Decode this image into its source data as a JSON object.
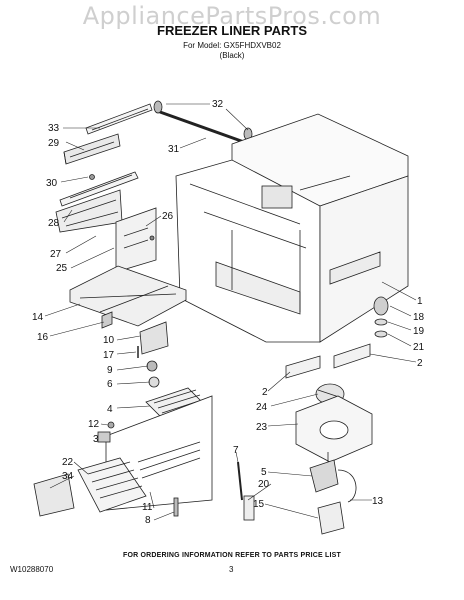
{
  "watermark": "AppliancePartsPros.com",
  "header": {
    "title": "FREEZER LINER PARTS",
    "model": "For Model: GX5FHDXVB02",
    "color": "(Black)"
  },
  "callouts": [
    "33",
    "29",
    "30",
    "28",
    "27",
    "25",
    "32",
    "31",
    "26",
    "14",
    "16",
    "10",
    "17",
    "9",
    "6",
    "4",
    "12",
    "3",
    "22",
    "34",
    "11",
    "8",
    "7",
    "5",
    "20",
    "15",
    "13",
    "1",
    "18",
    "19",
    "21",
    "2",
    "2",
    "24",
    "23"
  ],
  "footer": {
    "order_info": "FOR ORDERING INFORMATION REFER TO PARTS PRICE LIST",
    "doc_number": "W10288070",
    "page_number": "3"
  }
}
